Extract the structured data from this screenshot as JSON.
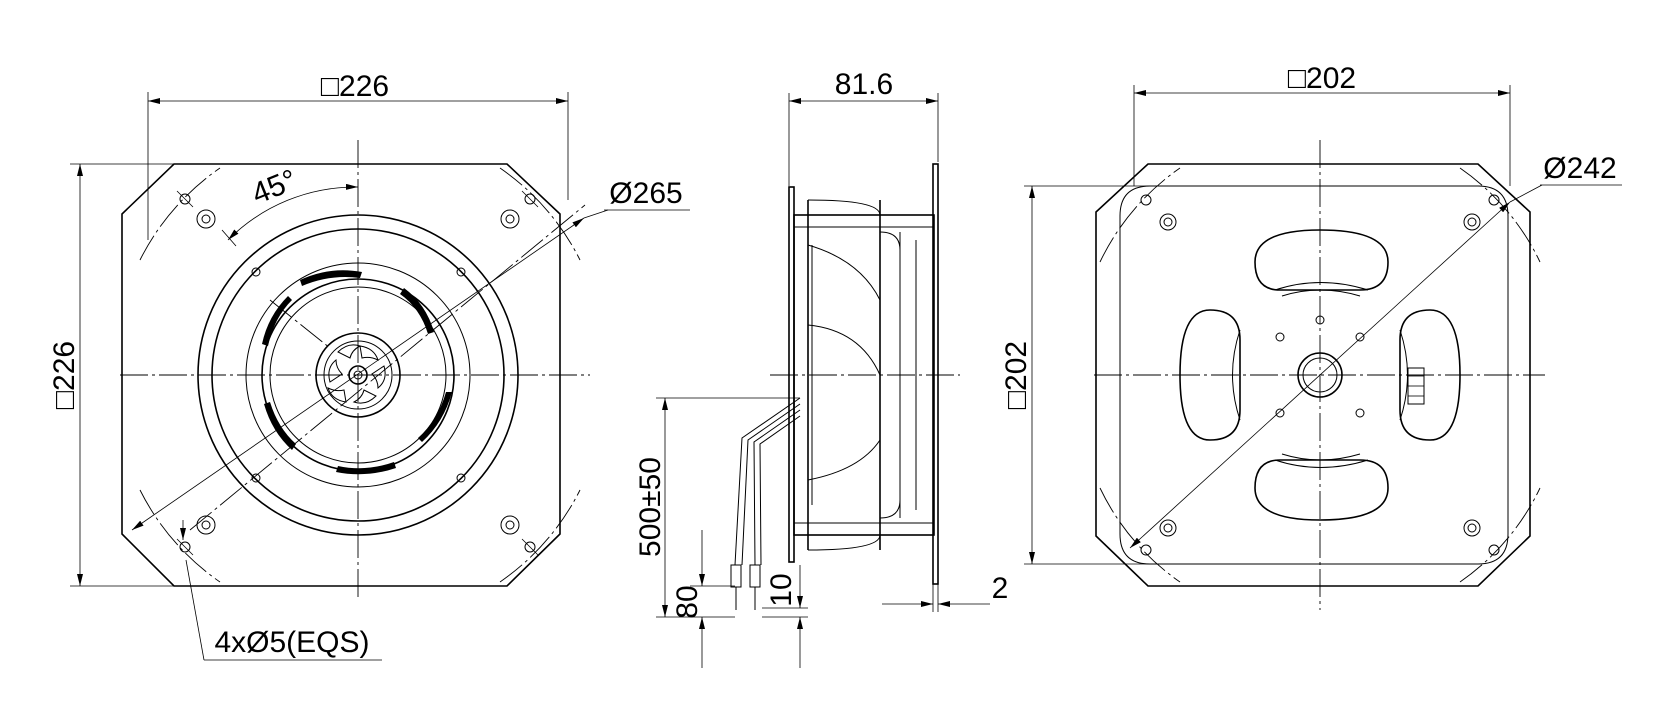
{
  "front_view": {
    "width_label": "□226",
    "height_label": "□226",
    "angle_label": "45°",
    "diameter_label": "Ø265",
    "holes_label": "4xØ5(EQS)"
  },
  "side_view": {
    "depth_label": "81.6",
    "cable_length_label": "500±50",
    "strip_length_label": "80",
    "wire_end_label": "10",
    "flange_thickness_label": "2"
  },
  "back_view": {
    "width_label": "□202",
    "height_label": "□202",
    "diameter_label": "Ø242"
  }
}
